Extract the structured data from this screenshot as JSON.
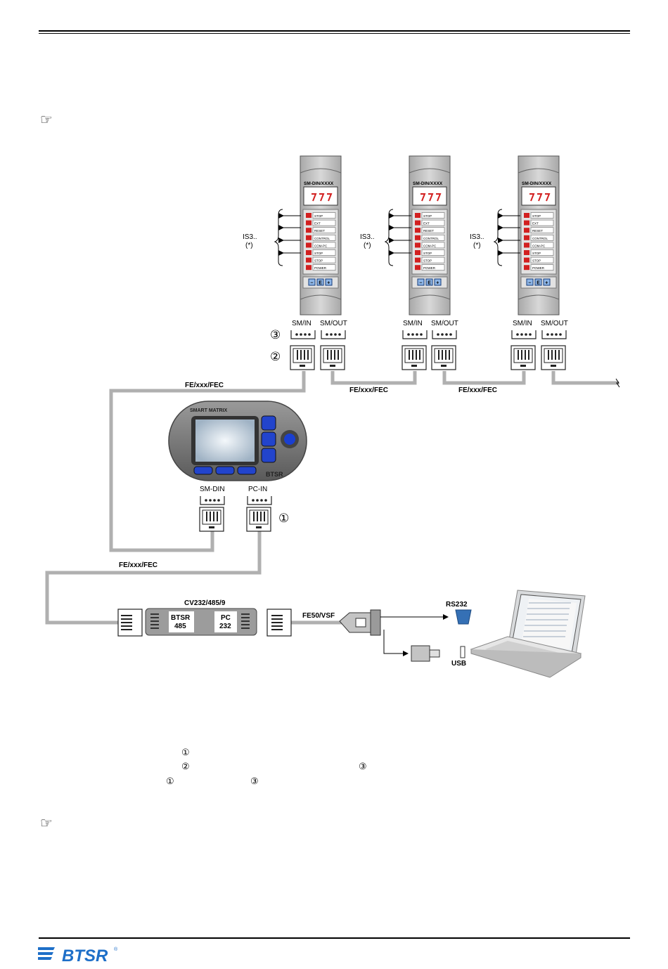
{
  "diagram": {
    "modules": [
      {
        "title": "SM-DIN/XXXX",
        "label": "IS3..",
        "note": "(*)",
        "in_label": "SM/IN",
        "out_label": "SM/OUT"
      },
      {
        "title": "SM-DIN/XXXX",
        "label": "IS3..",
        "note": "(*)",
        "in_label": "SM/IN",
        "out_label": "SM/OUT"
      },
      {
        "title": "SM-DIN/XXXX",
        "label": "IS3..",
        "note": "(*)",
        "in_label": "SM/IN",
        "out_label": "SM/OUT"
      }
    ],
    "led_labels": [
      "STOP",
      "EXT",
      "RESET",
      "CONTROL",
      "COM-PC",
      "STOP",
      "STOP",
      "POWER"
    ],
    "button_labels": [
      "−",
      "E",
      "+"
    ],
    "marker_3": "③",
    "marker_2": "②",
    "marker_1": "①",
    "cables": {
      "fe_top": "FE/xxx/FEC",
      "fe_mid1": "FE/xxx/FEC",
      "fe_mid2": "FE/xxx/FEC",
      "fe_bottom": "FE/xxx/FEC"
    },
    "smart_matrix": {
      "brand": "SMART MATRIX",
      "sm_din": "SM-DIN",
      "pc_in": "PC-IN"
    },
    "converter": {
      "name": "CV232/485/9",
      "left_a": "BTSR",
      "left_b": "485",
      "right_a": "PC",
      "right_b": "232"
    },
    "fe50": "FE50/VSF",
    "rs232": "RS232",
    "usb": "USB"
  },
  "notes": {
    "line1_marker": "①",
    "line2_marker_a": "②",
    "line2_marker_b": "③",
    "line3_marker_a": "①",
    "line3_marker_b": "③"
  },
  "hand_icons": [
    "☞",
    "☞"
  ],
  "logo": {
    "text": "BTSR",
    "reg": "®"
  },
  "colors": {
    "cable": "#b0b0b0",
    "module": "#c8c8c8",
    "led": "#d22020",
    "blue": "#2244cc",
    "logo": "#1e6fc8"
  }
}
